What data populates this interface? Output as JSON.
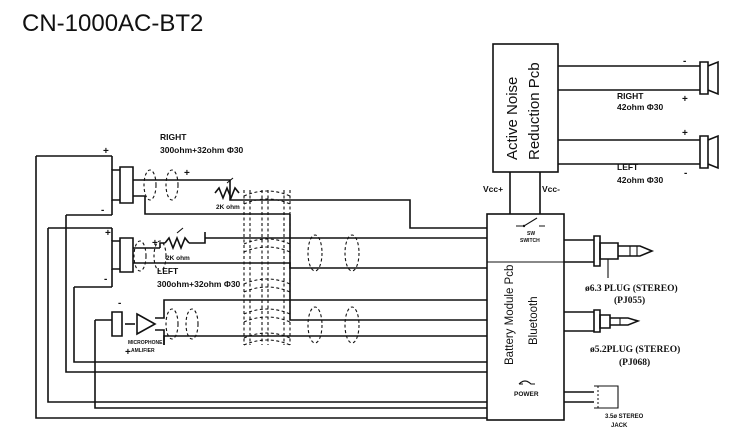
{
  "title": "CN-1000AC-BT2",
  "anr": {
    "line1": "Active Noise",
    "line2": "Reduction Pcb",
    "vcc_plus": "Vcc+",
    "vcc_minus": "Vcc-"
  },
  "right_out": {
    "name": "RIGHT",
    "spec": "42ohm Φ30"
  },
  "left_out": {
    "name": "LEFT",
    "spec": "42ohm Φ30"
  },
  "right_in": {
    "name": "RIGHT",
    "spec": "300ohm+32ohm Φ30"
  },
  "left_in": {
    "name": "LEFT",
    "spec": "300ohm+32ohm Φ30"
  },
  "pot_label": "2K ohm",
  "microphone": {
    "line1": "MICROPHONE",
    "line2": "AMLIFIER"
  },
  "battery": {
    "line1": "Battery Module Pcb",
    "line2": "Bluetooth"
  },
  "switch": {
    "line1": "SW",
    "line2": "SWITCH"
  },
  "power_label": "POWER",
  "plug63": {
    "name": "ø6.3 PLUG (STEREO)",
    "code": "(PJ055)"
  },
  "plug52": {
    "name": "ø5.2PLUG  (STEREO)",
    "code": "(PJ068)"
  },
  "jack35": {
    "line1": "3.5ø STEREO",
    "line2": "JACK"
  },
  "symbols": {
    "plus": "+",
    "minus": "-"
  }
}
